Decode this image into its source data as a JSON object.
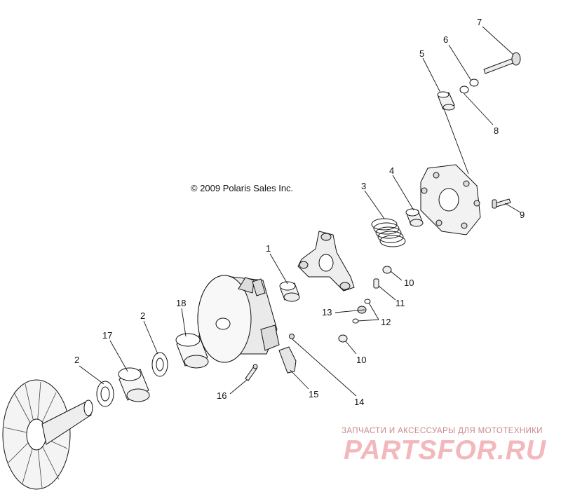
{
  "diagram": {
    "copyright": "© 2009 Polaris Sales Inc.",
    "callouts": {
      "c1": "1",
      "c2a": "2",
      "c2b": "2",
      "c3": "3",
      "c4": "4",
      "c5": "5",
      "c6": "6",
      "c7": "7",
      "c8": "8",
      "c9": "9",
      "c10a": "10",
      "c10b": "10",
      "c11": "11",
      "c12": "12",
      "c13": "13",
      "c14": "14",
      "c15": "15",
      "c16": "16",
      "c17": "17",
      "c18": "18"
    }
  },
  "watermark": {
    "tagline": "ЗАПЧАСТИ И АКСЕССУАРЫ ДЛЯ МОТОТЕХНИКИ",
    "brand": "PARTSFOR.RU",
    "color": "#f2b8bc"
  }
}
